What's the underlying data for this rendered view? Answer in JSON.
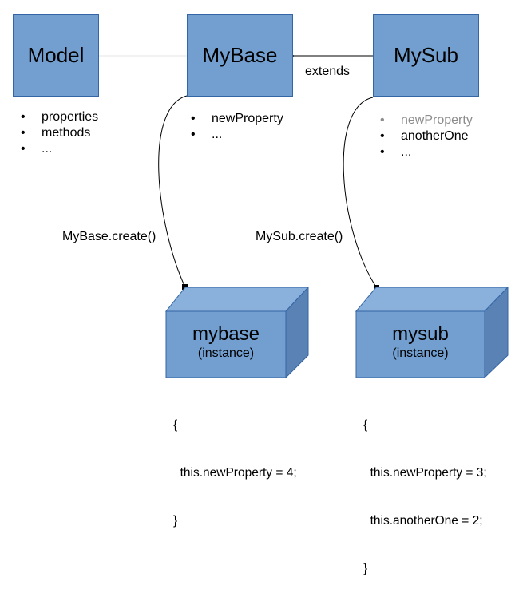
{
  "colors": {
    "box_fill": "#729fcf",
    "box_border": "#3465a4",
    "cube_top": "#8ab0dc",
    "cube_side": "#5a82b4",
    "faded_text": "#8c8c8c"
  },
  "classes": {
    "model": {
      "title": "Model",
      "items": [
        "properties",
        "methods",
        "..."
      ]
    },
    "mybase": {
      "title": "MyBase",
      "items": [
        "newProperty",
        "..."
      ]
    },
    "mysub": {
      "title": "MySub",
      "items": [
        "newProperty",
        "anotherOne",
        "..."
      ]
    }
  },
  "extends_label": "extends",
  "create_labels": {
    "mybase": "MyBase.create()",
    "mysub": "MySub.create()"
  },
  "instances": {
    "mybase": {
      "name": "mybase",
      "subtitle": "(instance)",
      "code": [
        "{",
        "  this.newProperty = 4;",
        "}"
      ]
    },
    "mysub": {
      "name": "mysub",
      "subtitle": "(instance)",
      "code": [
        "{",
        "  this.newProperty = 3;",
        "  this.anotherOne = 2;",
        "}"
      ]
    }
  }
}
